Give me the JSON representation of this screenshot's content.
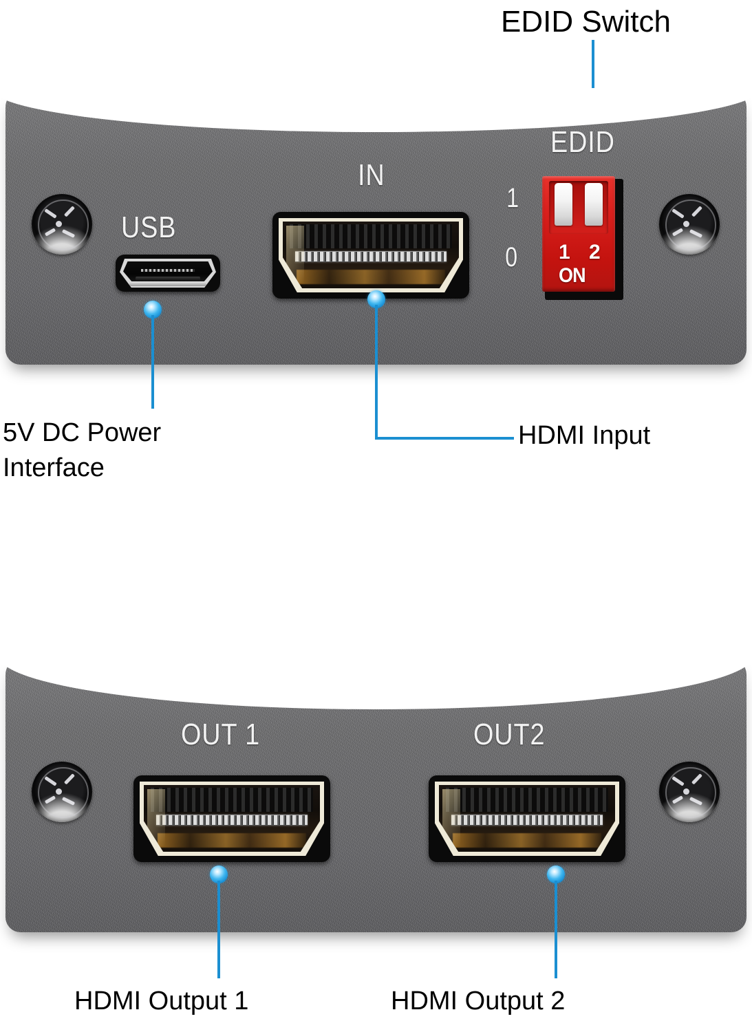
{
  "figure": {
    "title": "HDMI Splitter port diagram",
    "accent_color": "#1b8fd1",
    "body_color": "#6d6d6f",
    "dip_color": "#d9201d",
    "legend_text_color": "#f2f2f2"
  },
  "top_panel": {
    "name": "front-panel",
    "silkscreen": {
      "usb": "USB",
      "in": "IN",
      "edid": "EDID"
    },
    "dip_switch": {
      "position_high": "1",
      "position_low": "0",
      "switch_1": "1",
      "switch_2": "2",
      "on_label": "ON",
      "states": [
        "up",
        "up"
      ]
    }
  },
  "bottom_panel": {
    "name": "rear-panel",
    "silkscreen": {
      "out1": "OUT 1",
      "out2": "OUT2"
    }
  },
  "callouts": [
    {
      "id": "edid-switch",
      "label": "EDID Switch"
    },
    {
      "id": "power",
      "label": "5V DC Power\nInterface"
    },
    {
      "id": "hdmi-input",
      "label": "HDMI Input"
    },
    {
      "id": "hdmi-output-1",
      "label": "HDMI Output 1"
    },
    {
      "id": "hdmi-output-2",
      "label": "HDMI Output 2"
    }
  ]
}
